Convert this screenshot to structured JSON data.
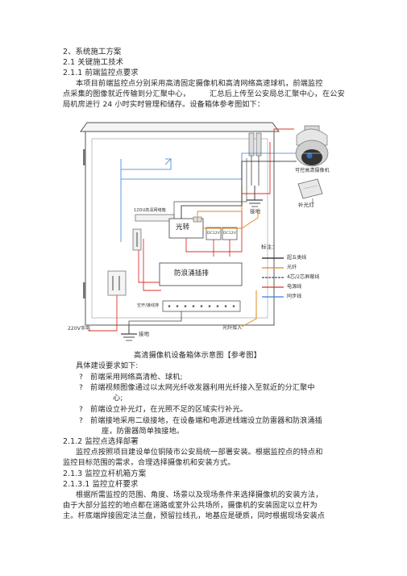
{
  "headings": {
    "h_2": "2、系统施工方案",
    "h_2_1": "2.1 关键施工技术",
    "h_2_1_1": "2.1.1 前端监控点要求",
    "h_2_1_2": "2.1.2 监控点选择部署",
    "h_2_1_3": "2.1.3 监控立杆机箱方案",
    "h_2_1_3_1": "2.1.3.1 监控立杆要求"
  },
  "para1": {
    "line1": "本项目前端监控点分别采用高清固定摄像机和高清网络高速球机，前端监控",
    "line2a": "点采集的图像就近传输到分汇聚中心，",
    "line2b": "汇总后上传至公安局总汇聚中心，",
    "line2c": "在公安",
    "line3": "局机房进行  24 小时实时管理和储存。设备箱体参考图如下："
  },
  "diagram": {
    "camera_label": "可控高清摄像机",
    "fill_light_label": "补光灯",
    "ground_label_top": "接地",
    "pdu_label": "12DU高清网络箱",
    "optical_label": "光转",
    "psu1_label": "DC12V",
    "psu2_label": "DC12V",
    "surge_label": "防浪涌插排",
    "term_label": "空开/接线排",
    "power_in_label": "220V市电",
    "ground_label_bottom": "接地",
    "fiber_in_label": "光纤接入",
    "legend_title": "标注：",
    "legend_items": [
      {
        "label": "超五类线",
        "color": "#1a1a1a"
      },
      {
        "label": "光纤",
        "color": "#e08a1e"
      },
      {
        "label": "4芯/2芯屏蔽线",
        "color": "#4a4a4a"
      },
      {
        "label": "电源线",
        "color": "#e0302a"
      },
      {
        "label": "同步线",
        "color": "#3a7fd8"
      }
    ]
  },
  "caption": "高清摄像机设备箱体示意图【参考图】",
  "req_intro": "具体建设要求如下:",
  "reqs": {
    "r1": "前端采用网络高清枪、球机;",
    "r2a": "前端视频图像通过以太网光纤收发器利用光纤接入至就近的分汇聚中",
    "r2b": "心;",
    "r3": "前端设立补光灯，在光照不足的区域实行补光。",
    "r4a": "前端接地采用二级接地，在设备端和电源进线端设立防雷器和防浪涌插",
    "r4b": "座，防雷器简单独接地。"
  },
  "bullet": "?",
  "para2": {
    "line1": "监控点按照项目建设单位铜陵市公安局统一部署安装。根据监控点的特点和",
    "line2": "监控目标范围的需求，合理选择摄像机和安装方式。"
  },
  "para3": {
    "line1": "根据所需监控的范围、角度、场景以及现场条件来选择摄像机的安装方法，",
    "line2": "由于大部分监控的地点都在道路或室外公共场所，摄像机的安装固定以立杆为",
    "line3": "主。杆底端焊接固定法兰盘，预留拉线孔，地基应是硬质，同时根据现场安装点"
  }
}
